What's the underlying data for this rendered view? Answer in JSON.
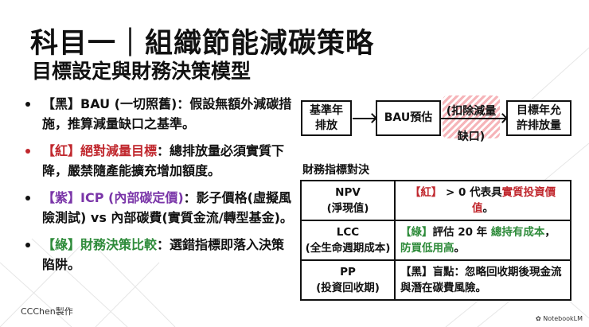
{
  "title": "科目一｜組織節能減碳策略",
  "subtitle": "目標設定與財務決策模型",
  "bullets": [
    {
      "tag": "【黑】",
      "head": "BAU (一切照舊)",
      "body": "：假設無額外減碳措施，推算減量缺口之基準。",
      "color": "#111111"
    },
    {
      "tag": "【紅】",
      "head": "絕對減量目標",
      "body": "：總排放量必須實質下降，嚴禁隨產能擴充增加額度。",
      "color": "#c0272d"
    },
    {
      "tag": "【紫】",
      "head": "ICP (內部碳定價)",
      "body": "：影子價格(虛擬風險測試) vs 內部碳費(實質金流/轉型基金)。",
      "color": "#7a35a8"
    },
    {
      "tag": "【綠】",
      "head": "財務決策比較",
      "body": "：選錯指標即落入決策陷阱。",
      "color": "#2e8b3a"
    }
  ],
  "flow": {
    "step1": "基準年排放",
    "step2": "BAU預估",
    "gap": "(扣除減量缺口)",
    "step3": "目標年允許排放量"
  },
  "table_title": "財務指標對決",
  "table": [
    {
      "k1": "NPV",
      "k2": "(淨現值)",
      "tag": "【紅】",
      "t1": " > 0 代表具",
      "h1": "實質投資價值",
      "t2": "。",
      "h2": "",
      "t3": ""
    },
    {
      "k1": "LCC",
      "k2": "(全生命週期成本)",
      "tag": "【綠】",
      "t1": "評估 20 年 ",
      "h1": "總持有成本",
      "t2": "，",
      "h2": "防買低用高",
      "t3": "。"
    },
    {
      "k1": "PP",
      "k2": "(投資回收期)",
      "tag": "【黑】",
      "t1": "盲點：忽略回收期後現金流與潛在碳費風險。",
      "h1": "",
      "t2": "",
      "h2": "",
      "t3": ""
    }
  ],
  "footer": "CCChen製作",
  "watermark": "NotebookLM"
}
